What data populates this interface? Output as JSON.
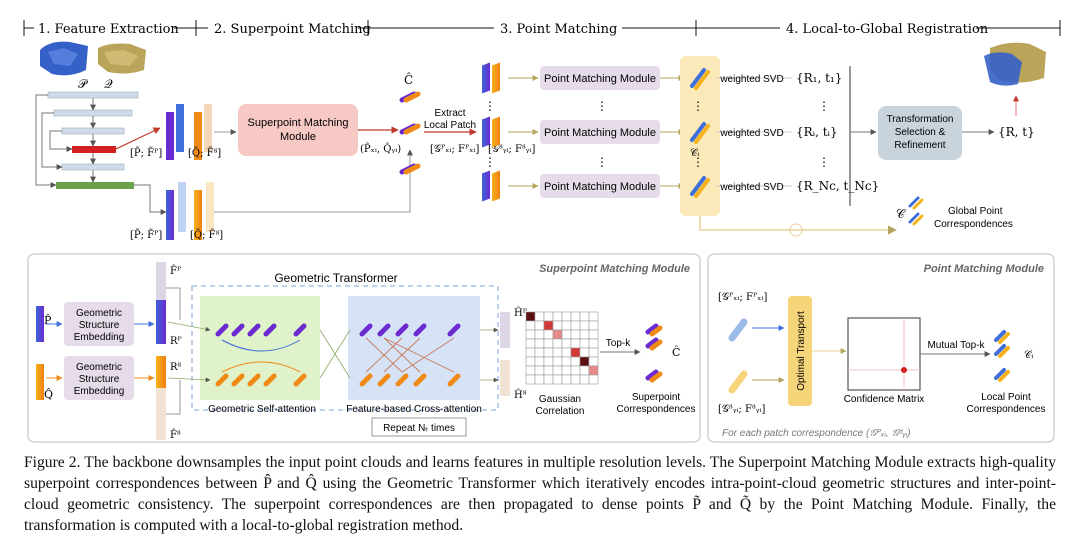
{
  "stages": {
    "s1": "1. Feature Extraction",
    "s2": "2. Superpoint Matching",
    "s3": "3. Point Matching",
    "s4": "4. Local-to-Global Registration"
  },
  "symbols": {
    "P": "𝒫",
    "Q": "𝒬",
    "C_hat": "Ĉ",
    "C": "𝒞",
    "C_i": "𝒞ᵢ",
    "P_tilde_F": "[P̃; F̃ᴾ]",
    "Q_tilde_F": "[Q̃; F̃ᴽ]",
    "P_tilde_F2": "[P̃; F̃ᴾ]",
    "Q_tilde_F2": "[Q̃; F̃ᴽ]",
    "PQ_hat": "(P̂ₓᵢ, Q̂ᵧᵢ)",
    "patch_P": "[𝒢ᴾₓᵢ; Fᴾₓᵢ]",
    "patch_Q": "[𝒢ᴽᵧᵢ; Fᴽᵧᵢ]",
    "R1": "{R₁, t₁}",
    "Ri": "{Rᵢ, tᵢ}",
    "RN": "{R_Nc, t_Nc}",
    "Rt": "{R, t}",
    "P_hat": "P̂",
    "Q_hat": "Q̂",
    "F_hat_P": "F̂ᴾ",
    "F_hat_Q": "F̂ᴽ",
    "R_P": "Rᴾ",
    "R_Q": "Rᴽ",
    "H_P": "Ĥᴾ",
    "H_Q": "Ĥᴽ",
    "patch_P2": "[𝒢ᴾₓᵢ; Fᴾₓᵢ]",
    "patch_Q2": "[𝒢ᴽᵧᵢ; Fᴽᵧᵢ]",
    "C_i2": "𝒞ᵢ"
  },
  "labels": {
    "superpoint_module": [
      "Superpoint Matching",
      "Module"
    ],
    "extract_patch": [
      "Extract",
      "Local Patch"
    ],
    "point_matching_module": "Point Matching Module",
    "weighted_svd": "weighted SVD",
    "transformation": [
      "Transformation",
      "Selection &",
      "Refinement"
    ],
    "global_corr": [
      "Global Point",
      "Correspondences"
    ],
    "dots": "⋮"
  },
  "panel_smm": {
    "title": "Superpoint Matching Module",
    "geo_embed": [
      "Geometric",
      "Structure",
      "Embedding"
    ],
    "geo_transformer": "Geometric Transformer",
    "self_attn": "Geometric Self-attention",
    "cross_attn": "Feature-based Cross-attention",
    "repeat": "Repeat Nₜ times",
    "gaussian": [
      "Gaussian",
      "Correlation"
    ],
    "topk": "Top-k",
    "superpoint_corr": [
      "Superpoint",
      "Correspondences"
    ]
  },
  "panel_pmm": {
    "title": "Point Matching Module",
    "optimal_transport": "Optimal Transport",
    "confidence": "Confidence Matrix",
    "mutual_topk": "Mutual Top-k",
    "local_corr": [
      "Local Point",
      "Correspondences"
    ],
    "footer": "For each patch correspondence (𝒢ᴾₓᵢ, 𝒢ᴽᵧᵢ)"
  },
  "caption": "Figure 2. The backbone downsamples the input point clouds and learns features in multiple resolution levels. The Superpoint Matching Module extracts high-quality superpoint correspondences between P̂ and Q̂ using the Geometric Transformer which iteratively encodes intra-point-cloud geometric structures and inter-point-cloud geometric consistency. The superpoint correspondences are then propagated to dense points P̃ and Q̃ by the Point Matching Module. Finally, the transformation is computed with a local-to-global registration method.",
  "colors": {
    "purple": "#5b2bd6",
    "orange": "#f08a16",
    "blue_bar": "#3f6fd8",
    "module_fill": "#e6dbe8",
    "superpoint_fill": "#f6c9c4",
    "transform_fill": "#c9d3dc",
    "yellow_band": "#fbe9b9",
    "green_zone": "#dff2c9",
    "blue_zone": "#d6e3f7",
    "red_arrow": "#c0392b",
    "olive_arrow": "#b5a45e"
  }
}
